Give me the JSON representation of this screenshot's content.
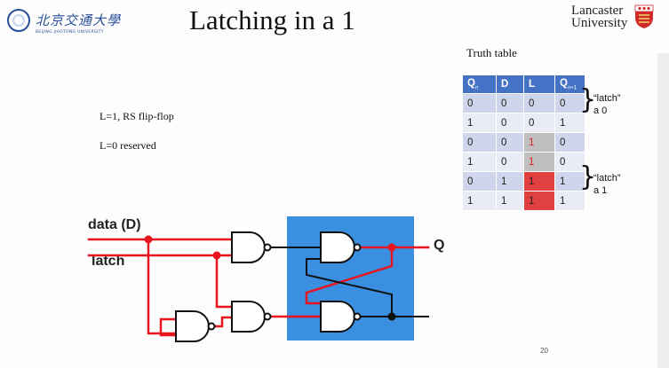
{
  "header": {
    "title": "Latching in a 1",
    "left_logo": {
      "chinese": "北京交通大學",
      "english": "BEIJING JIAOTONG UNIVERSITY"
    },
    "right_logo": {
      "line1": "Lancaster",
      "line2": "University"
    }
  },
  "notes": {
    "line1": "L=1, RS flip-flop",
    "line2": "L=0  reserved"
  },
  "truth_table": {
    "caption": "Truth table",
    "headers": [
      {
        "main": "Q",
        "sub": "n"
      },
      {
        "main": "D",
        "sub": ""
      },
      {
        "main": "L",
        "sub": ""
      },
      {
        "main": "Q",
        "sub": "n+1"
      }
    ],
    "rows": [
      [
        "0",
        "0",
        "0",
        "0"
      ],
      [
        "1",
        "0",
        "0",
        "1"
      ],
      [
        "0",
        "0",
        "1",
        "0"
      ],
      [
        "1",
        "0",
        "1",
        "0"
      ],
      [
        "0",
        "1",
        "1",
        "1"
      ],
      [
        "1",
        "1",
        "1",
        "1"
      ]
    ]
  },
  "annotations": {
    "latch0": {
      "line1": "“latch”",
      "line2": "a 0"
    },
    "latch1": {
      "line1": "“latch”",
      "line2": "a 1"
    }
  },
  "circuit": {
    "input_data": "data (D)",
    "input_latch": "latch",
    "output_q": "Q"
  },
  "footer": {
    "page_number": "20"
  },
  "colors": {
    "wire_red": "#e8141e",
    "wire_black": "#111111",
    "flipflop_box": "#3b8fe0",
    "gate_fill": "#ffffff",
    "table_header": "#4472c4",
    "highlight_red": "#e04040",
    "highlight_grey": "#bfbfbf"
  }
}
